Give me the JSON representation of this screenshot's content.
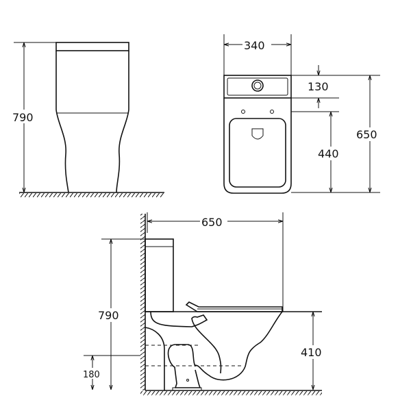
{
  "side_view": {
    "height_label": "790"
  },
  "front_view": {
    "width_label": "340",
    "tank_height_label": "130",
    "inlet_height_label": "440",
    "total_height_label": "650"
  },
  "profile_view": {
    "depth_label": "650",
    "height_label": "790",
    "seat_height_label": "410",
    "outlet_height_label": "180"
  }
}
